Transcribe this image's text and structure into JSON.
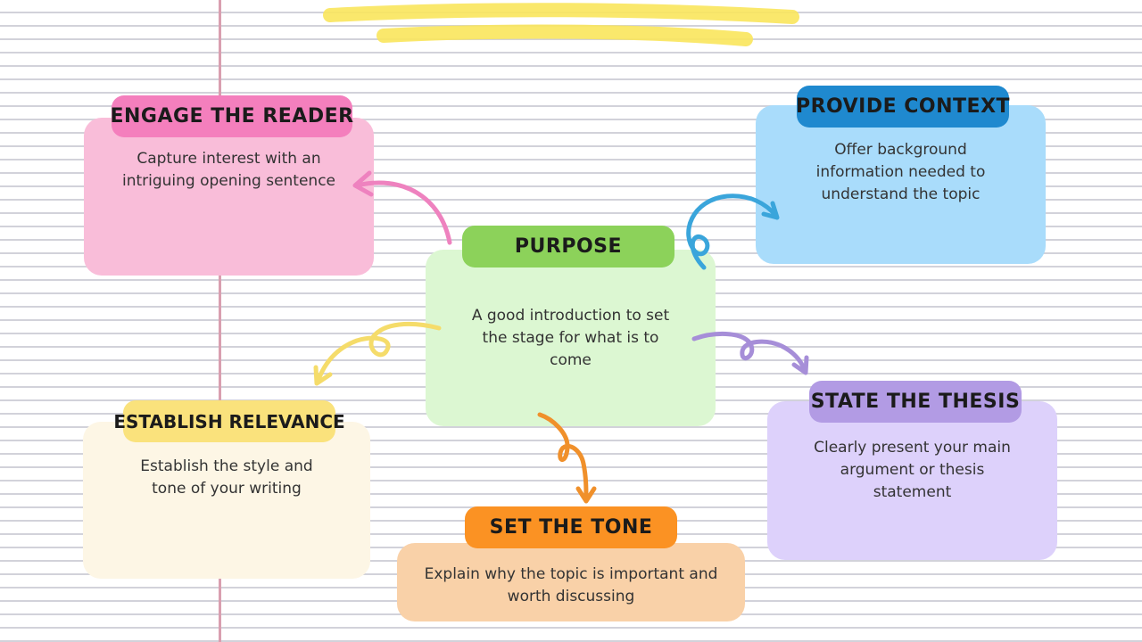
{
  "colors": {
    "pink_card": "#f9bdd9",
    "pink_label": "#f47fbd",
    "blue_card": "#a9dcfb",
    "blue_label": "#1f89cf",
    "green_card": "#dcf7d2",
    "green_label": "#8cd25a",
    "yellow_card": "#fdf6e5",
    "yellow_label": "#fae27c",
    "purple_card": "#ddd1fb",
    "purple_label": "#b29be4",
    "orange_card": "#f9d1a8",
    "orange_label": "#fb9223",
    "highlighter": "#f9e65c"
  },
  "nodes": {
    "engage": {
      "label": "ENGAGE THE READER",
      "text": "Capture interest with an intriguing opening sentence"
    },
    "context": {
      "label": "PROVIDE CONTEXT",
      "text": "Offer background information needed to understand the topic"
    },
    "purpose": {
      "label": "PURPOSE",
      "text": "A good introduction to set the stage for what is to come"
    },
    "relevance": {
      "label": "ESTABLISH RELEVANCE",
      "text": "Establish the style and tone of your writing"
    },
    "thesis": {
      "label": "STATE THE THESIS",
      "text": "Clearly present your main argument or thesis statement"
    },
    "tone": {
      "label": "SET THE TONE",
      "text": "Explain why the topic is important and worth discussing"
    }
  }
}
